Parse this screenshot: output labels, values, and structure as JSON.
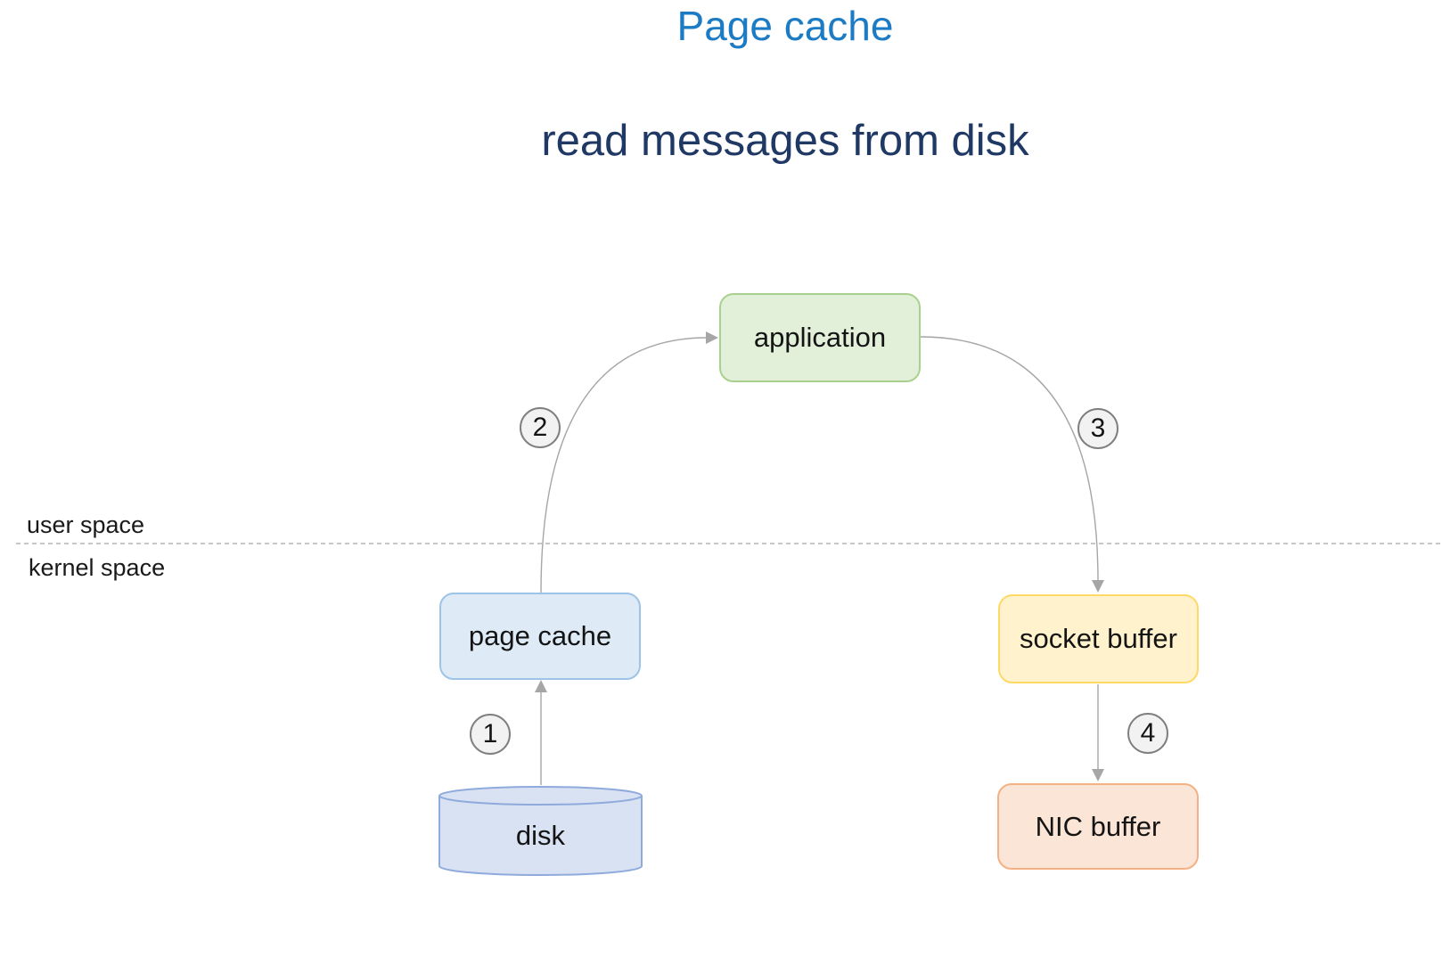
{
  "slide": {
    "title": "Page cache",
    "subtitle": "read messages from disk"
  },
  "labels": {
    "user_space": "user space",
    "kernel_space": "kernel space"
  },
  "nodes": {
    "application": {
      "label": "application",
      "fill": "#E2EFD9",
      "border": "#A9D18E"
    },
    "page_cache": {
      "label": "page cache",
      "fill": "#DEEBF7",
      "border": "#9DC3E6"
    },
    "socket_buffer": {
      "label": "socket buffer",
      "fill": "#FFF2CC",
      "border": "#FFD966"
    },
    "nic_buffer": {
      "label": "NIC buffer",
      "fill": "#FBE5D6",
      "border": "#F4B183"
    },
    "disk": {
      "label": "disk",
      "fill": "#D9E2F3",
      "border": "#8FAADC",
      "shape": "cylinder"
    }
  },
  "steps": {
    "step1": {
      "number": "1",
      "from": "disk",
      "to": "page_cache"
    },
    "step2": {
      "number": "2",
      "from": "page_cache",
      "to": "application"
    },
    "step3": {
      "number": "3",
      "from": "application",
      "to": "socket_buffer"
    },
    "step4": {
      "number": "4",
      "from": "socket_buffer",
      "to": "nic_buffer"
    }
  },
  "colors": {
    "title": "#1B7BC4",
    "subtitle": "#1F3864",
    "connector": "#A6A6A6",
    "separator": "#C6C6C6",
    "badge_fill": "#F2F2F2",
    "badge_border": "#7F7F7F",
    "background": "#FFFFFF"
  }
}
